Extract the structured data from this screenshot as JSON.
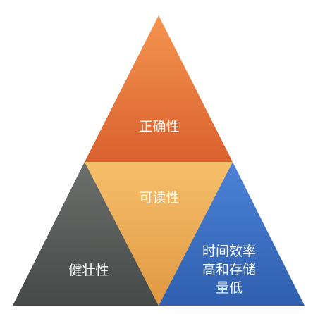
{
  "diagram": {
    "top": {
      "label": "正确性",
      "color": "#e8773f"
    },
    "center": {
      "label": "可读性",
      "color": "#efb35a"
    },
    "left": {
      "label": "健壮性",
      "color": "#565a58"
    },
    "right": {
      "label_lines": [
        "时间效率",
        "高和存储",
        "量低"
      ],
      "color": "#3f72c8"
    }
  }
}
